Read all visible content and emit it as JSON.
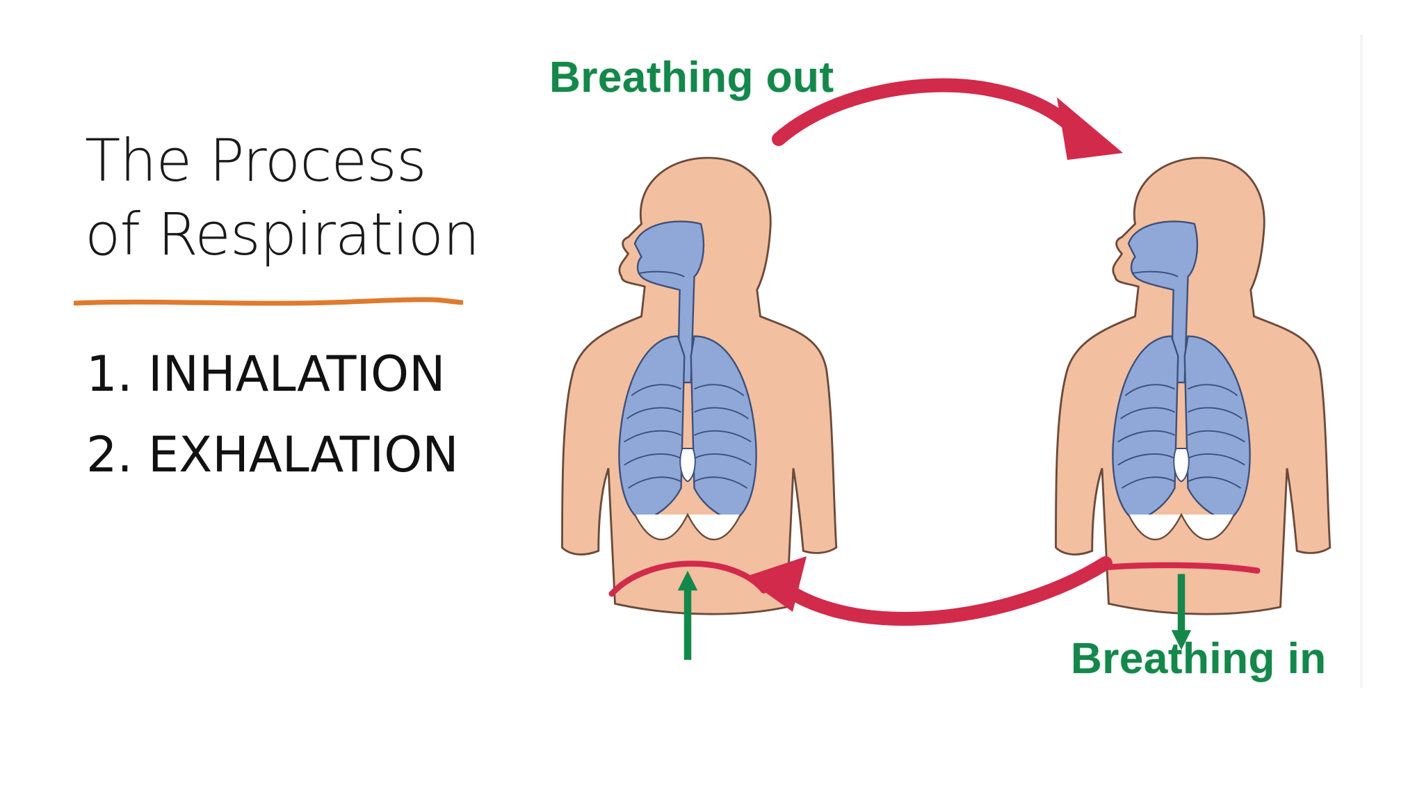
{
  "slide": {
    "title_line1": "The Process",
    "title_line2": "of Respiration",
    "list": [
      "1. INHALATION",
      "2. EXHALATION"
    ]
  },
  "diagram": {
    "label_out": "Breathing out",
    "label_in": "Breathing in",
    "colors": {
      "skin": "#f2bfa0",
      "airway": "#8fa8d8",
      "arrow": "#d22a4b",
      "green": "#14874a",
      "accent": "#e07a2e"
    }
  }
}
